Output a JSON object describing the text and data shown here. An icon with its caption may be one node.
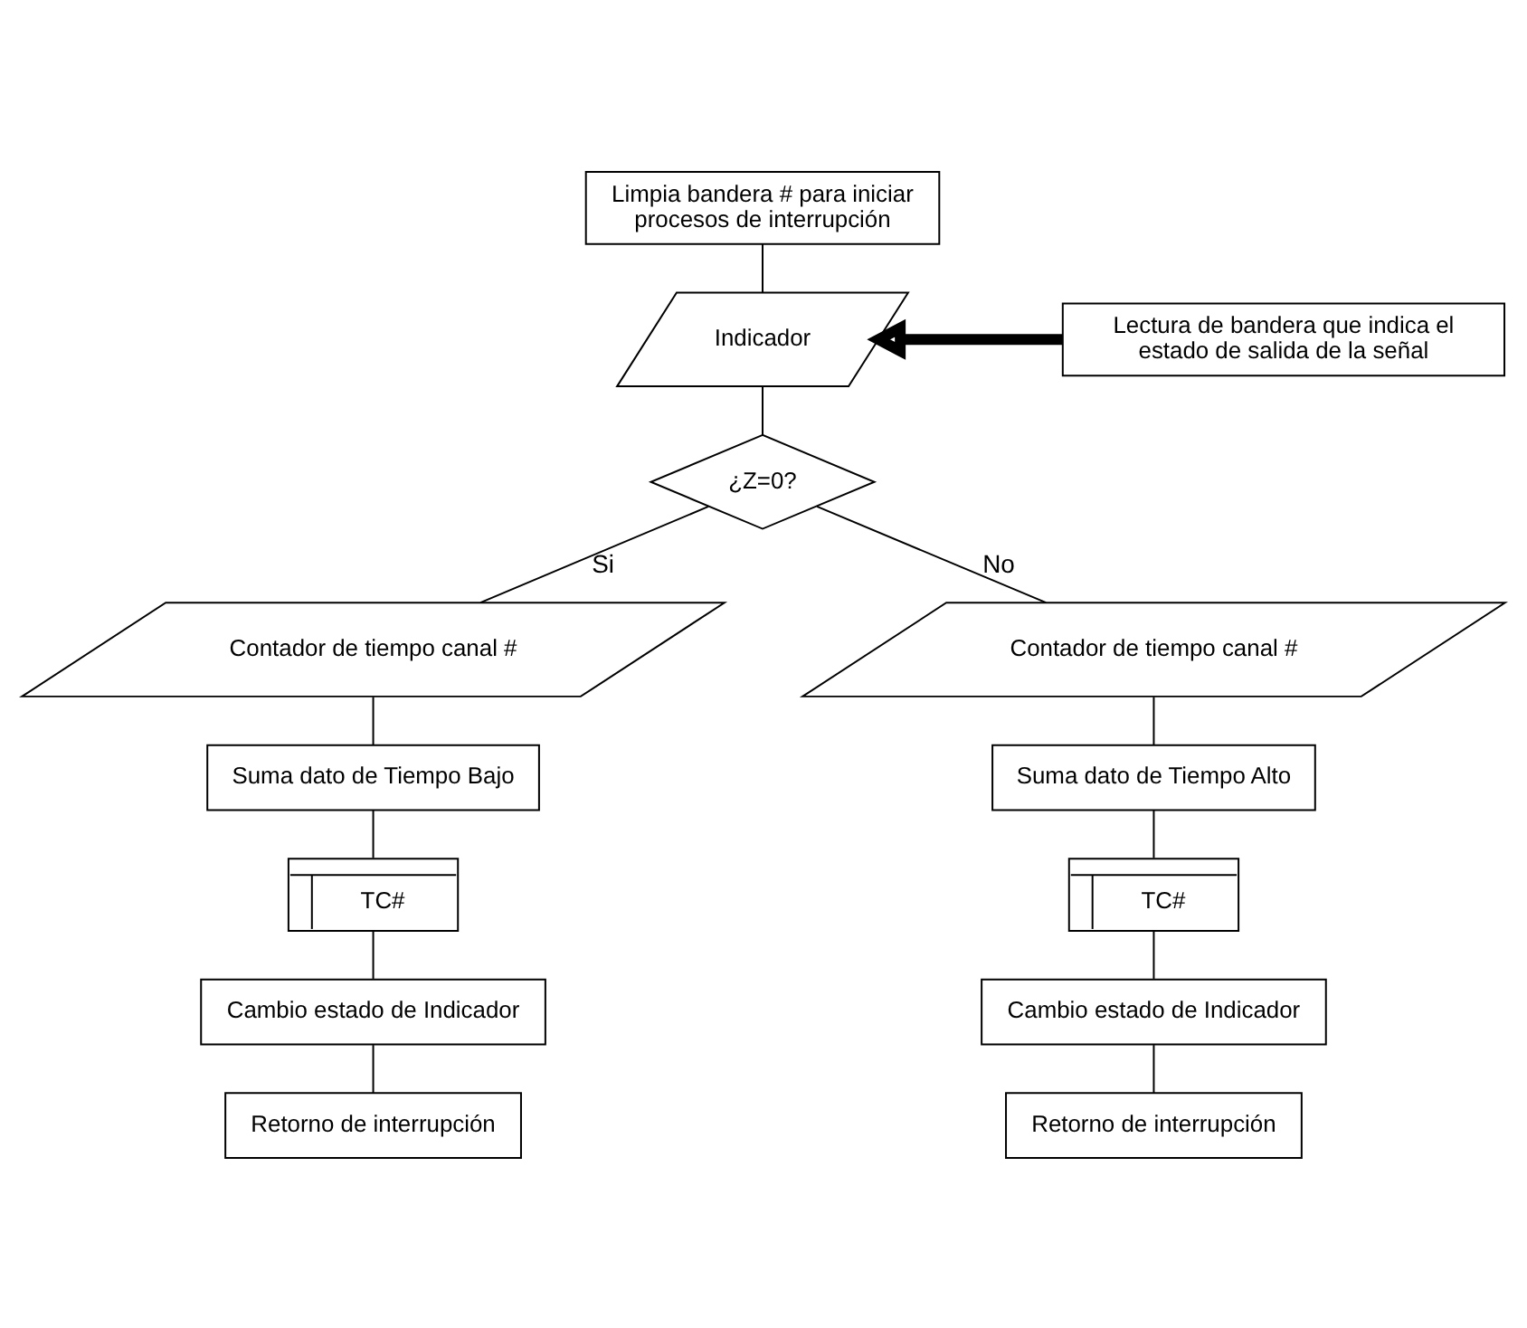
{
  "diagram": {
    "nodes": [
      {
        "text": [
          "Limpia bandera # para iniciar procesos de interrupción"
        ]
      },
      {
        "text": [
          "Indicador"
        ]
      },
      {
        "text": [
          "Lectura de bandera que indica el estado de salida de la señal"
        ]
      },
      {
        "text": [
          "¿Z=0?"
        ]
      },
      {
        "text": [
          "Contador de tiempo canal #"
        ]
      },
      {
        "text": [
          "Suma dato de Tiempo Bajo"
        ]
      },
      {
        "text": [
          "TC#"
        ]
      },
      {
        "text": [
          "Cambio estado de Indicador"
        ]
      },
      {
        "text": [
          "Retorno de interrupción"
        ]
      },
      {
        "text": [
          "Contador de tiempo canal #"
        ]
      },
      {
        "text": [
          "Suma dato de Tiempo Alto"
        ]
      },
      {
        "text": [
          "TC#"
        ]
      },
      {
        "text": [
          "Cambio estado de Indicador"
        ]
      },
      {
        "text": [
          "Retorno de interrupción"
        ]
      }
    ],
    "edges": [
      {
        "from": 0,
        "to": 1,
        "arrow": "none"
      },
      {
        "from": 2,
        "to": 1,
        "arrow": "to",
        "style": "thick"
      },
      {
        "from": 1,
        "to": 3,
        "arrow": "none"
      },
      {
        "from": 3,
        "to": 4,
        "arrow": "none",
        "label": "Si"
      },
      {
        "from": 3,
        "to": 9,
        "arrow": "none",
        "label": "No"
      },
      {
        "from": 4,
        "to": 5,
        "arrow": "none"
      },
      {
        "from": 5,
        "to": 6,
        "arrow": "none"
      },
      {
        "from": 6,
        "to": 7,
        "arrow": "none"
      },
      {
        "from": 7,
        "to": 8,
        "arrow": "none"
      },
      {
        "from": 9,
        "to": 10,
        "arrow": "none"
      },
      {
        "from": 10,
        "to": 11,
        "arrow": "none"
      },
      {
        "from": 11,
        "to": 12,
        "arrow": "none"
      },
      {
        "from": 12,
        "to": 13,
        "arrow": "none"
      }
    ]
  }
}
